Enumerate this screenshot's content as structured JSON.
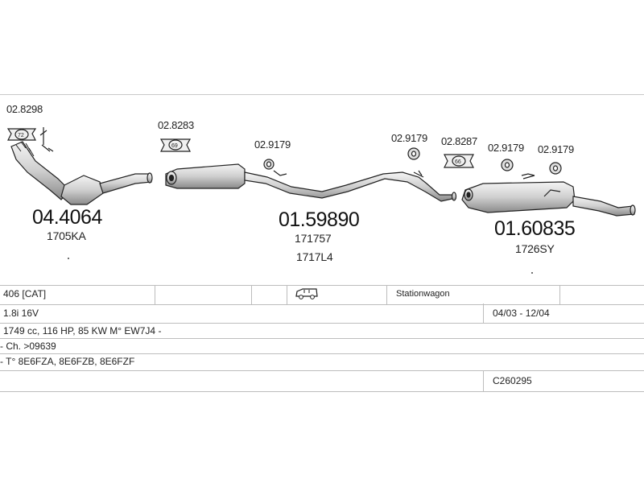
{
  "parts": [
    {
      "number": "04.4064",
      "ref": "1705KA",
      "clamp": "02.8298"
    },
    {
      "number": "01.59890",
      "refs": [
        "171757",
        "1717L4"
      ],
      "clamp": "02.8283",
      "hanger": "02.9179"
    },
    {
      "number": "01.60835",
      "ref": "1726SY",
      "hanger1": "02.9179",
      "clamp": "02.8287",
      "hanger2": "02.9179",
      "hanger3": "02.9179"
    }
  ],
  "clamp_labels": [
    "72",
    "69",
    "66"
  ],
  "info": {
    "model": "406  [CAT]",
    "body": "Stationwagon",
    "engine": "1.8i 16V",
    "period": "04/03 - 12/04",
    "spec": "1749 cc, 116 HP, 85 KW M° EW7J4 -",
    "chassis": "- Ch. >09639",
    "types": "- T° 8E6FZA, 8E6FZB, 8E6FZF",
    "code": "C260295"
  },
  "colors": {
    "line": "#222222",
    "grid": "#bdbdbd",
    "part_fill": "#e6e6e6"
  }
}
